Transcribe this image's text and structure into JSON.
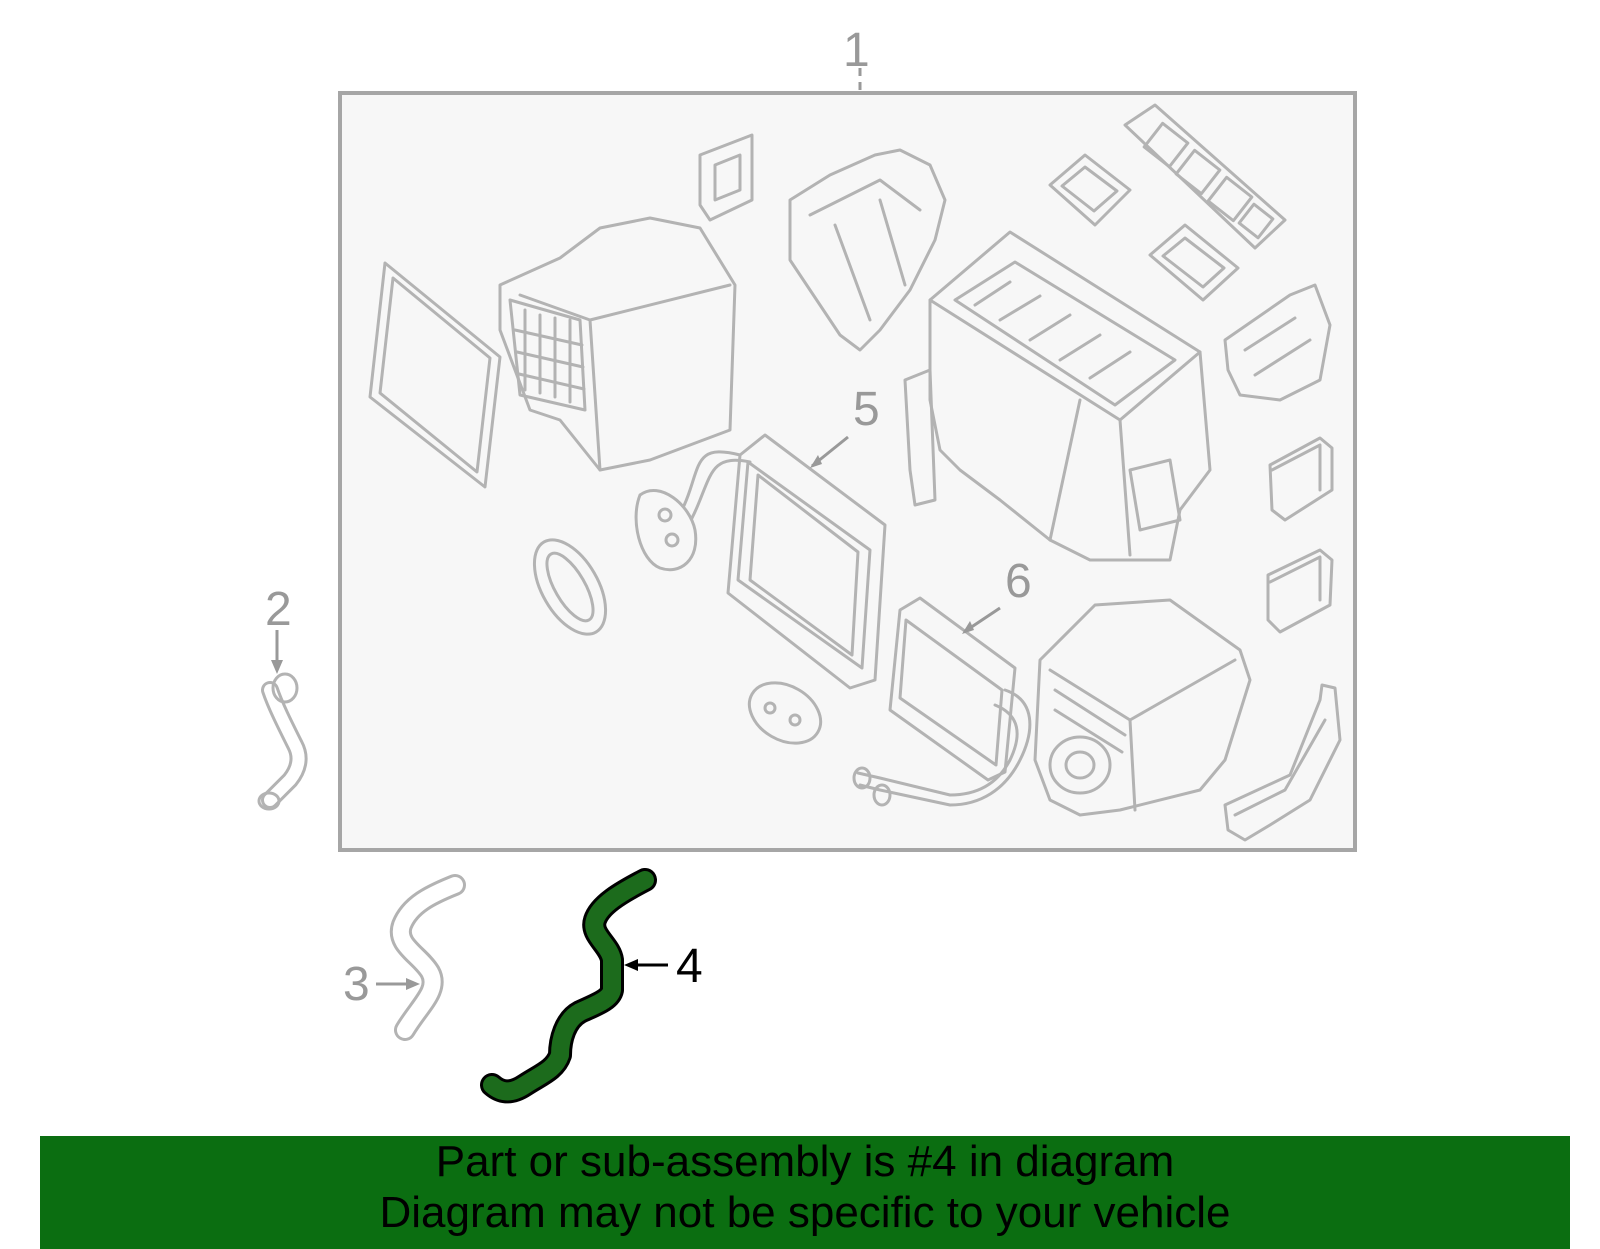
{
  "callouts": {
    "c1": "1",
    "c2": "2",
    "c3": "3",
    "c4": "4",
    "c5": "5",
    "c6": "6"
  },
  "banner": {
    "line1": "Part or sub-assembly is #4 in diagram",
    "line2": "Diagram may not be specific to your vehicle"
  },
  "colors": {
    "highlight_part": "#1c6b1c",
    "banner_background": "#0b6e11",
    "part_outline": "#b3b3b3",
    "box_border": "#a6a6a6"
  }
}
